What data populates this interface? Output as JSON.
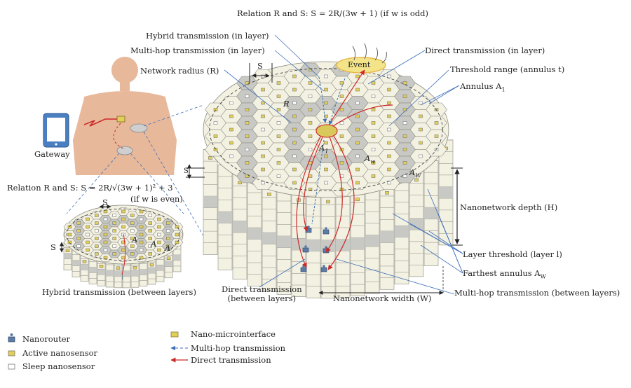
{
  "labels": {
    "relation_odd": "Relation R and S: S = 2R/(3w + 1) (if w is odd)",
    "hybrid_in_layer": "Hybrid transmission (in layer)",
    "multihop_in_layer": "Multi-hop transmission (in layer)",
    "network_radius": "Network radius (R)",
    "direct_in_layer": "Direct transmission (in layer)",
    "threshold_range": "Threshold range (annulus t)",
    "annulus_a1": "Annulus A",
    "annulus_a1_sub": "1",
    "gateway": "Gateway",
    "event": "Event",
    "s_top": "S",
    "r_inner": "R",
    "a1_center": "A",
    "a1_center_sub": "1",
    "aw_1": "A",
    "aw_1_sub": "w",
    "aw_2": "A",
    "aw_2_sub": "W",
    "s_side": "S",
    "relation_even": "Relation R and S: S = 2R/√(3w + 1)² + 3",
    "if_even": "(if w is even)",
    "s_small": "S",
    "s_small_left": "S",
    "small_a1": "A",
    "small_aw1": "A",
    "small_aw2": "A",
    "nanonetwork_depth": "Nanonetwork depth (H)",
    "layer_threshold": "Layer threshold (layer l)",
    "farthest_annulus": "Farthest annulus A",
    "farthest_annulus_sub": "W",
    "hybrid_between": "Hybrid transmission (between layers)",
    "direct_between_1": "Direct transmission",
    "direct_between_2": "(between layers)",
    "nanonetwork_width": "Nanonetwork width (W)",
    "multihop_between": "Multi-hop transmission (between layers)"
  },
  "legend": {
    "nanorouter": "Nanorouter",
    "active": "Active nanosensor",
    "sleep": "Sleep nanosensor",
    "interface": "Nano-microinterface",
    "multihop": "Multi-hop transmission",
    "direct": "Direct transmission"
  },
  "colors": {
    "hex_light": "#f3f1e2",
    "hex_grey": "#c8c8c4",
    "hex_stroke": "#8a8a80",
    "body": "#e7b89a",
    "active": "#e2cf5a",
    "direct": "#cc2a2a",
    "multihop": "#3d6fb8",
    "event_ring": "#e7b84a"
  }
}
